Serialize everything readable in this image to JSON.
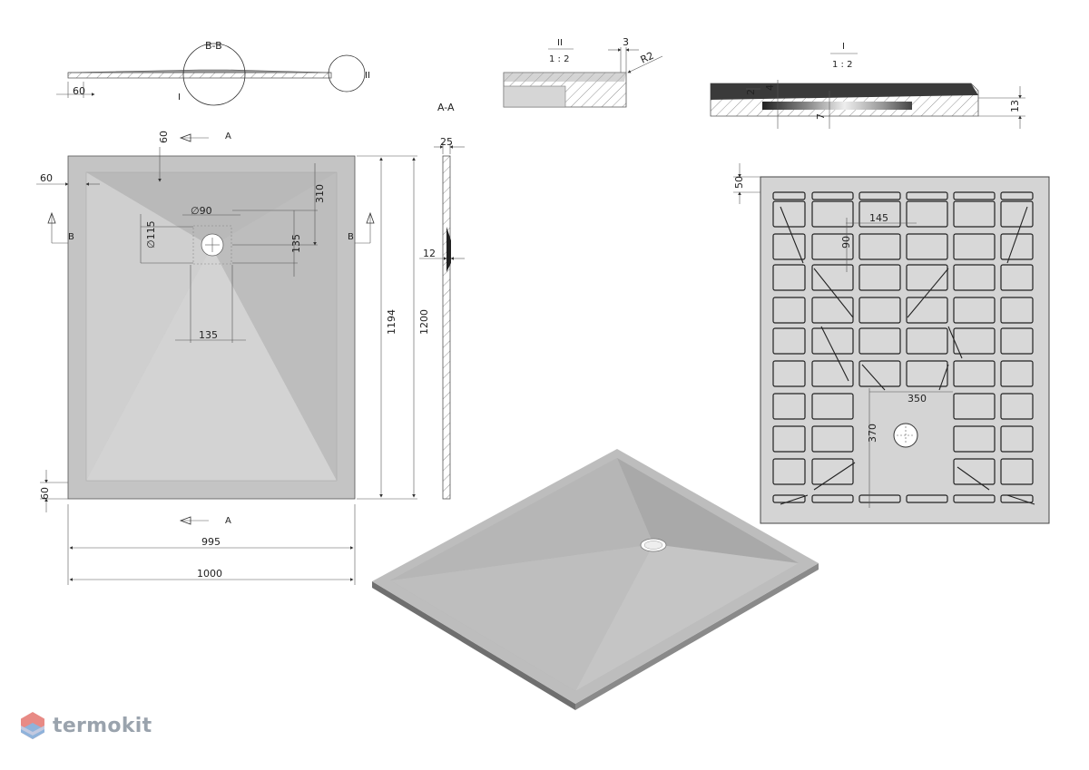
{
  "brand": {
    "name": "termokit"
  },
  "sections": {
    "bb": "B-B",
    "aa": "A-A",
    "a_top": "A",
    "a_bottom": "A",
    "b_left": "B",
    "b_right": "B",
    "detail1_marker": "I",
    "detail2_marker": "II",
    "detail2_title": "II",
    "detail2_scale": "1 : 2",
    "detail1_title": "I",
    "detail1_scale": "1 : 2"
  },
  "dims": {
    "section_60": "60",
    "top_60": "60",
    "left_60": "60",
    "bottom_60": "60",
    "diam90": "∅90",
    "diam115": "∅115",
    "d310": "310",
    "d135_v": "135",
    "d135_h": "135",
    "d995": "995",
    "d1000": "1000",
    "d1194": "1194",
    "d1200": "1200",
    "d25": "25",
    "d12": "12",
    "d3": "3",
    "r2": "R2",
    "d2": "2",
    "d4": "4",
    "d7": "7",
    "d13": "13",
    "d50": "50",
    "d145": "145",
    "d90b": "90",
    "d350": "350",
    "d370": "370"
  },
  "colors": {
    "tray": "#c9c9c9",
    "tray_dark": "#b5b5b5",
    "bottom": "#d4d4d4",
    "logo": "#9aa3ad"
  }
}
